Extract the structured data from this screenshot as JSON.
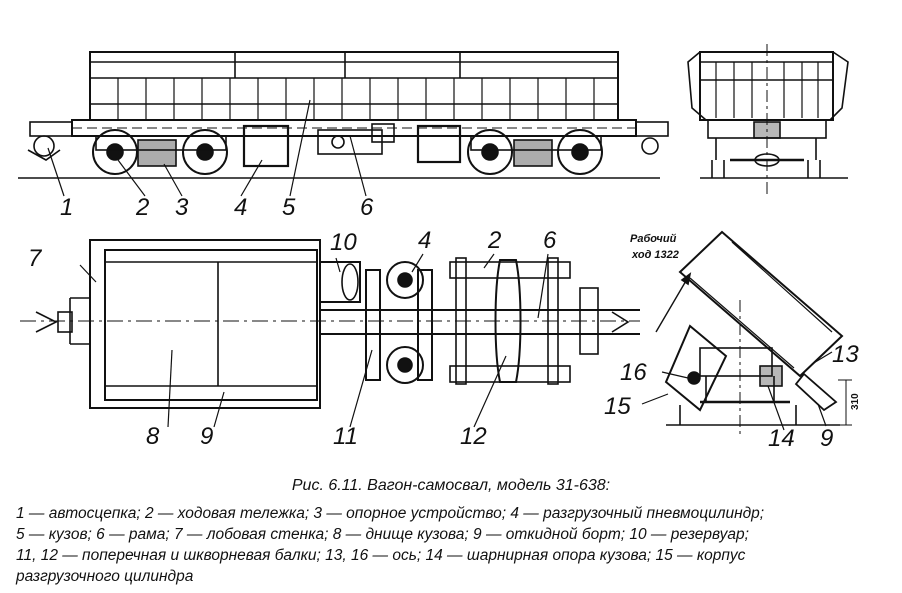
{
  "figure": {
    "labels": [
      "1",
      "2",
      "3",
      "4",
      "5",
      "6",
      "7",
      "8",
      "9",
      "10",
      "11",
      "12",
      "13",
      "14",
      "15",
      "16"
    ],
    "side_view_labels": [
      "1",
      "2",
      "3",
      "4",
      "5",
      "6"
    ],
    "plan_view_labels": [
      "7",
      "8",
      "9",
      "10",
      "4",
      "2",
      "6",
      "11",
      "12"
    ],
    "end_view_labels": [
      "16",
      "15",
      "13",
      "14",
      "9"
    ],
    "annotation_line1": "Рабочий",
    "annotation_line2": "ход 1322",
    "dimension": "310"
  },
  "caption": "Рис. 6.11. Вагон-самосвал, модель 31-638:",
  "legend": {
    "line1": "1 — автосцепка; 2 — ходовая тележка; 3 — опорное устройство; 4 — разгрузочный пневмоцилиндр;",
    "line2": "5 — кузов; 6 — рама; 7 — лобовая стенка; 8 — днище кузова; 9 — откидной борт; 10 — резервуар;",
    "line3": "11, 12 — поперечная и шкворневая балки; 13, 16 — ось; 14 — шарнирная опора кузова; 15 — корпус",
    "line4": "разгрузочного цилиндра"
  }
}
